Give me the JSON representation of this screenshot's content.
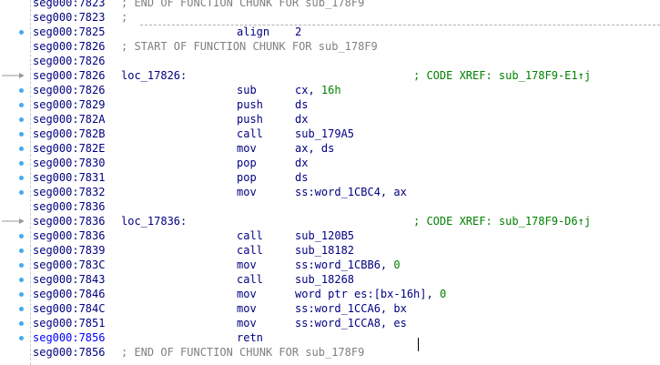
{
  "listing": {
    "lines": [
      {
        "addr": "seg000:7823",
        "kind": "comment",
        "text": "; END OF FUNCTION CHUNK FOR sub_178F9"
      },
      {
        "addr": "seg000:7823",
        "kind": "comment",
        "text": ";"
      },
      {
        "addr": "seg000:7825",
        "kind": "instr",
        "mnem": "align",
        "ops": "2",
        "dot": true
      },
      {
        "addr": "seg000:7826",
        "kind": "comment",
        "text": "; START OF FUNCTION CHUNK FOR sub_178F9"
      },
      {
        "addr": "seg000:7826",
        "kind": "blank"
      },
      {
        "addr": "seg000:7826",
        "kind": "label",
        "label": "loc_17826:",
        "xref": "; CODE XREF: sub_178F9-E1↑j",
        "arrow": true
      },
      {
        "addr": "seg000:7826",
        "kind": "instr",
        "mnem": "sub",
        "ops": "cx, 16h",
        "dot": true
      },
      {
        "addr": "seg000:7829",
        "kind": "instr",
        "mnem": "push",
        "ops": "ds",
        "dot": true
      },
      {
        "addr": "seg000:782A",
        "kind": "instr",
        "mnem": "push",
        "ops": "dx",
        "dot": true
      },
      {
        "addr": "seg000:782B",
        "kind": "instr",
        "mnem": "call",
        "ops": "sub_179A5",
        "dot": true
      },
      {
        "addr": "seg000:782E",
        "kind": "instr",
        "mnem": "mov",
        "ops": "ax, ds",
        "dot": true
      },
      {
        "addr": "seg000:7830",
        "kind": "instr",
        "mnem": "pop",
        "ops": "dx",
        "dot": true
      },
      {
        "addr": "seg000:7831",
        "kind": "instr",
        "mnem": "pop",
        "ops": "ds",
        "dot": true
      },
      {
        "addr": "seg000:7832",
        "kind": "instr",
        "mnem": "mov",
        "ops": "ss:word_1CBC4, ax",
        "dot": true
      },
      {
        "addr": "seg000:7836",
        "kind": "blank"
      },
      {
        "addr": "seg000:7836",
        "kind": "label",
        "label": "loc_17836:",
        "xref": "; CODE XREF: sub_178F9-D6↑j",
        "arrow": true
      },
      {
        "addr": "seg000:7836",
        "kind": "instr",
        "mnem": "call",
        "ops": "sub_120B5",
        "dot": true
      },
      {
        "addr": "seg000:7839",
        "kind": "instr",
        "mnem": "call",
        "ops": "sub_18182",
        "dot": true
      },
      {
        "addr": "seg000:783C",
        "kind": "instr",
        "mnem": "mov",
        "ops": "ss:word_1CBB6, 0",
        "dot": true
      },
      {
        "addr": "seg000:7843",
        "kind": "instr",
        "mnem": "call",
        "ops": "sub_18268",
        "dot": true
      },
      {
        "addr": "seg000:7846",
        "kind": "instr",
        "mnem": "mov",
        "ops": "word ptr es:[bx-16h], 0",
        "dot": true
      },
      {
        "addr": "seg000:784C",
        "kind": "instr",
        "mnem": "mov",
        "ops": "ss:word_1CCA6, bx",
        "dot": true
      },
      {
        "addr": "seg000:7851",
        "kind": "instr",
        "mnem": "mov",
        "ops": "ss:word_1CCA8, es",
        "dot": true
      },
      {
        "addr": "seg000:7856",
        "kind": "instr",
        "mnem": "retn",
        "ops": "",
        "dot": true,
        "current": true
      },
      {
        "addr": "seg000:7856",
        "kind": "comment",
        "text": "; END OF FUNCTION CHUNK FOR sub_178F9"
      }
    ]
  },
  "colors": {
    "code": "#000080",
    "comment": "#808080",
    "xref": "#008000",
    "current_address": "#0000ff",
    "breakpoint_dot": "#44aaee"
  }
}
